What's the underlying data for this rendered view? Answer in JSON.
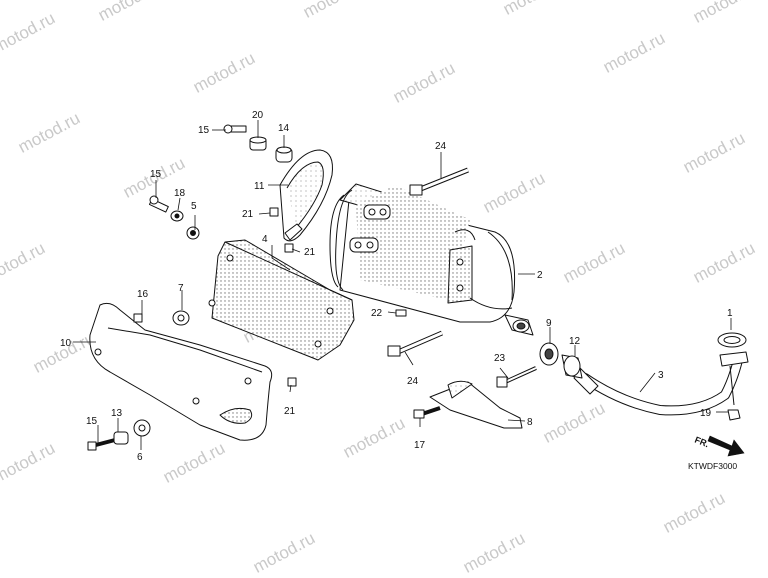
{
  "watermark_text": "motod.ru",
  "diagram_code": "KTWDF3000",
  "direction_label": "FR.",
  "part_labels": [
    {
      "id": "l1",
      "text": "1"
    },
    {
      "id": "l2",
      "text": "2"
    },
    {
      "id": "l3",
      "text": "3"
    },
    {
      "id": "l4",
      "text": "4"
    },
    {
      "id": "l5",
      "text": "5"
    },
    {
      "id": "l6",
      "text": "6"
    },
    {
      "id": "l7",
      "text": "7"
    },
    {
      "id": "l8",
      "text": "8"
    },
    {
      "id": "l9",
      "text": "9"
    },
    {
      "id": "l10",
      "text": "10"
    },
    {
      "id": "l11",
      "text": "11"
    },
    {
      "id": "l12",
      "text": "12"
    },
    {
      "id": "l13",
      "text": "13"
    },
    {
      "id": "l14",
      "text": "14"
    },
    {
      "id": "l15a",
      "text": "15"
    },
    {
      "id": "l15b",
      "text": "15"
    },
    {
      "id": "l15c",
      "text": "15"
    },
    {
      "id": "l16",
      "text": "16"
    },
    {
      "id": "l17",
      "text": "17"
    },
    {
      "id": "l18",
      "text": "18"
    },
    {
      "id": "l19",
      "text": "19"
    },
    {
      "id": "l20",
      "text": "20"
    },
    {
      "id": "l21a",
      "text": "21"
    },
    {
      "id": "l21b",
      "text": "21"
    },
    {
      "id": "l21c",
      "text": "21"
    },
    {
      "id": "l22",
      "text": "22"
    },
    {
      "id": "l23",
      "text": "23"
    },
    {
      "id": "l24a",
      "text": "24"
    },
    {
      "id": "l24b",
      "text": "24"
    }
  ]
}
